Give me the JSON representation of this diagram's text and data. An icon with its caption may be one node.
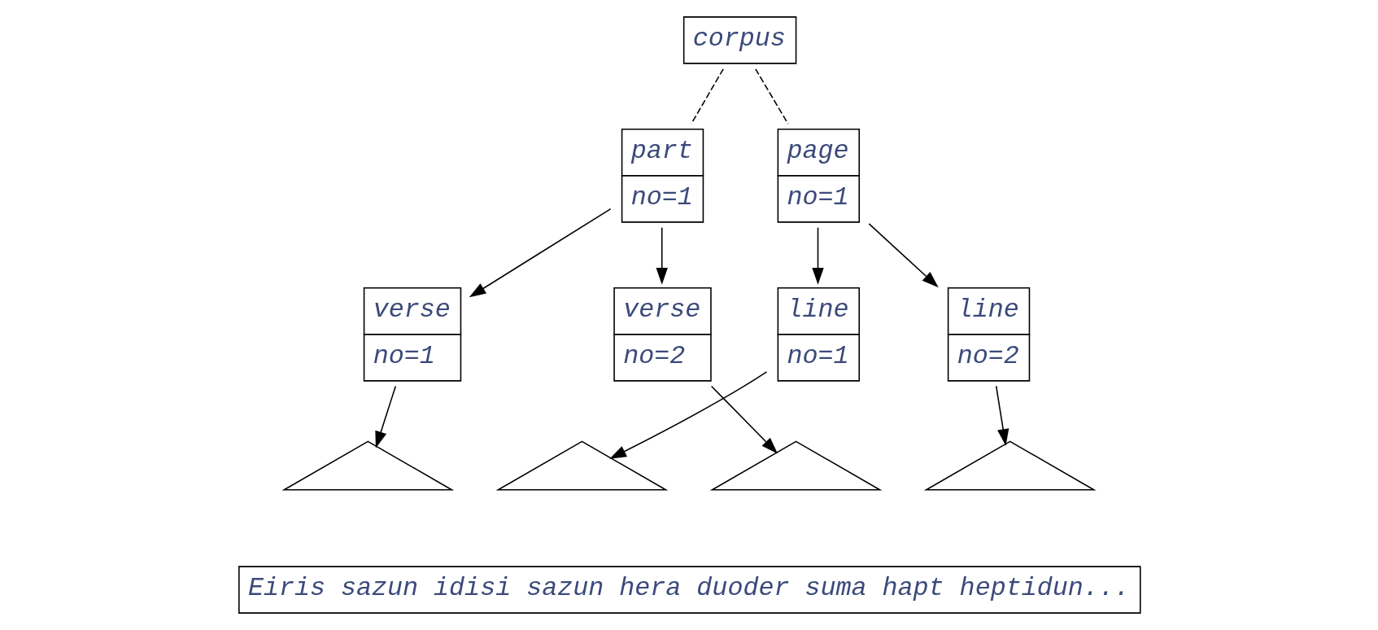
{
  "diagram": {
    "nodes": [
      {
        "text": [
          "corpus"
        ]
      },
      {
        "text": [
          "part",
          "no=1"
        ]
      },
      {
        "text": [
          "page",
          "no=1"
        ]
      },
      {
        "text": [
          "verse",
          "no=1"
        ]
      },
      {
        "text": [
          "verse",
          "no=2"
        ]
      },
      {
        "text": [
          "line",
          "no=1"
        ]
      },
      {
        "text": [
          "line",
          "no=2"
        ]
      },
      {
        "text": [],
        "shape": "triangle"
      },
      {
        "text": [],
        "shape": "triangle"
      },
      {
        "text": [],
        "shape": "triangle"
      },
      {
        "text": [],
        "shape": "triangle"
      },
      {
        "text": [
          "Eiris sazun idisi sazun hera duoder suma hapt heptidun..."
        ]
      }
    ],
    "edges": [
      {
        "from": 0,
        "to": 1,
        "arrow": "none",
        "style": "dashed"
      },
      {
        "from": 0,
        "to": 2,
        "arrow": "none",
        "style": "dashed"
      },
      {
        "from": 1,
        "to": 3,
        "arrow": "to"
      },
      {
        "from": 1,
        "to": 4,
        "arrow": "to"
      },
      {
        "from": 2,
        "to": 5,
        "arrow": "to"
      },
      {
        "from": 2,
        "to": 6,
        "arrow": "to"
      },
      {
        "from": 3,
        "to": 7,
        "arrow": "to"
      },
      {
        "from": 4,
        "to": 9,
        "arrow": "to"
      },
      {
        "from": 5,
        "to": 8,
        "arrow": "to"
      },
      {
        "from": 6,
        "to": 10,
        "arrow": "to"
      }
    ]
  }
}
